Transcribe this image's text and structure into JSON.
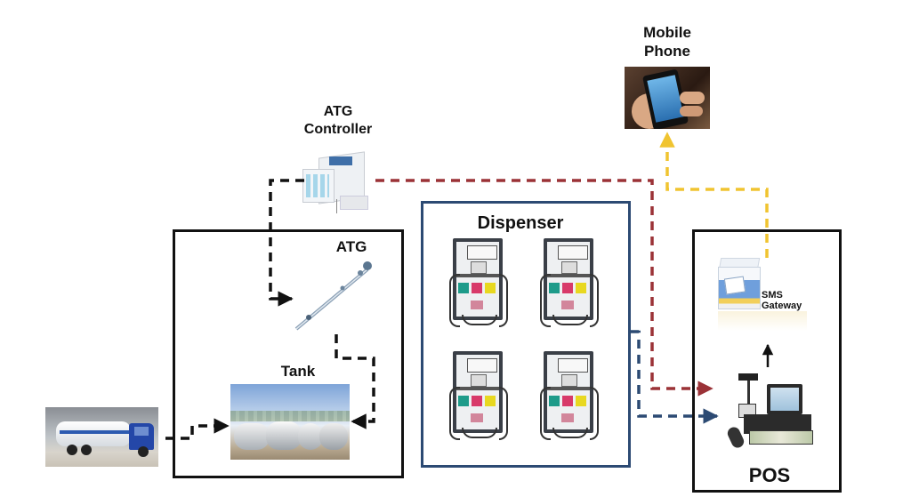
{
  "labels": {
    "mobile_phone_line1": "Mobile",
    "mobile_phone_line2": "Phone",
    "atg_controller_line1": "ATG",
    "atg_controller_line2": "Controller",
    "atg": "ATG",
    "tank": "Tank",
    "dispenser": "Dispenser",
    "sms_gateway_line1": "SMS",
    "sms_gateway_line2": "Gateway",
    "pos": "POS"
  },
  "icons": {
    "mobile_phone": "smartphone-photo",
    "atg_controller": "controller-device-photo",
    "atg_probe": "level-probe-photo",
    "tank": "storage-tanks-photo",
    "truck": "fuel-tanker-truck-photo",
    "dispenser": "fuel-dispenser-photo",
    "sms_gateway": "sms-box-icon",
    "pos": "pos-terminal-photo"
  },
  "dispenser_units": 4,
  "connections": [
    {
      "from": "Tanker Truck",
      "to": "Tank",
      "color": "#111111"
    },
    {
      "from": "ATG Controller",
      "to": "ATG",
      "color": "#111111"
    },
    {
      "from": "ATG",
      "to": "Tank",
      "color": "#111111"
    },
    {
      "from": "ATG Controller",
      "to": "POS",
      "color": "#9b3237"
    },
    {
      "from": "Dispenser",
      "to": "POS",
      "color": "#2c4a73"
    },
    {
      "from": "POS",
      "to": "SMS Gateway",
      "color": "#111111"
    },
    {
      "from": "SMS Gateway",
      "to": "Mobile Phone",
      "color": "#f0c430"
    }
  ],
  "colors": {
    "black_line": "#111111",
    "red_line": "#9b3237",
    "blue_line": "#2c4a73",
    "yellow_line": "#f0c430",
    "dispenser_border": "#2c4a73"
  }
}
